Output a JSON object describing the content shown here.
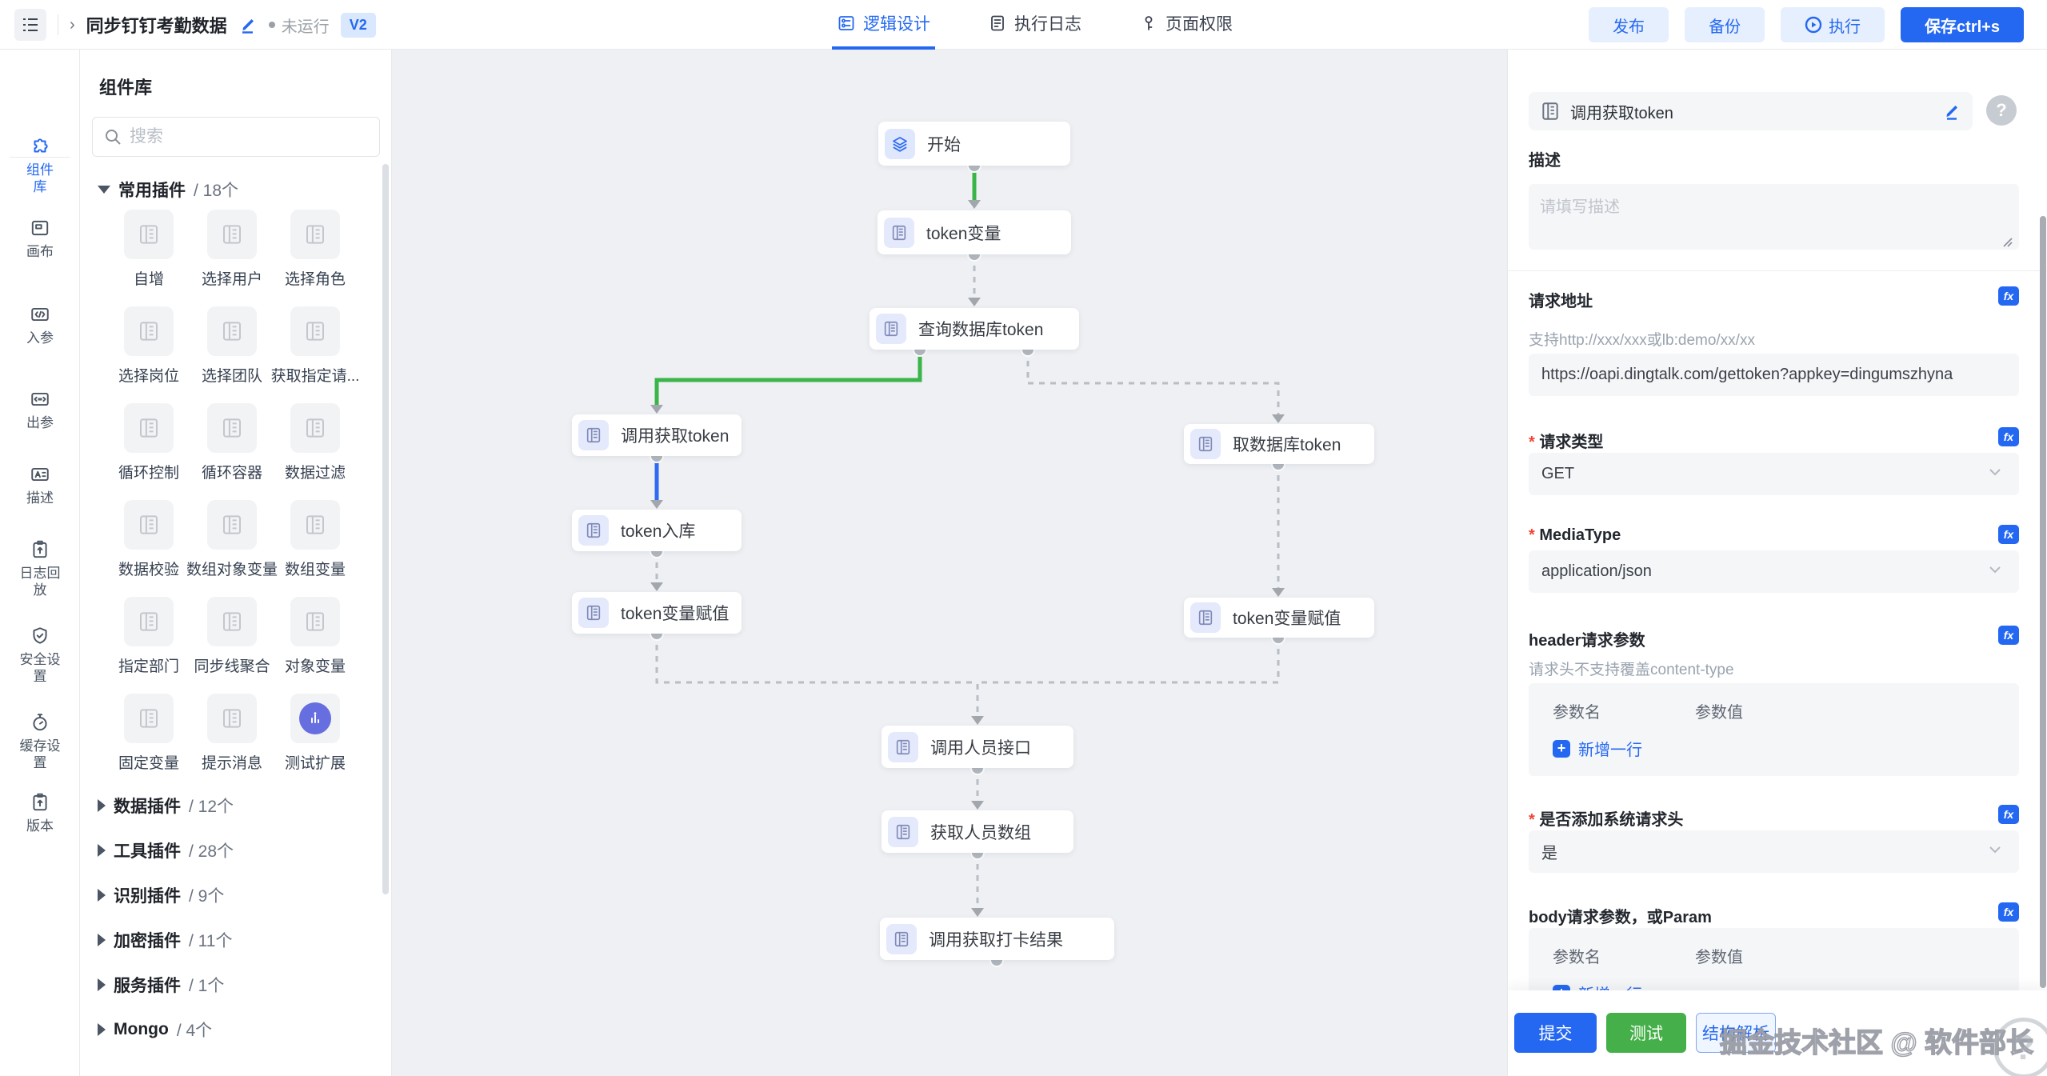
{
  "topbar": {
    "title": "同步钉钉考勤数据",
    "status": "未运行",
    "version_badge": "V2",
    "tabs": [
      {
        "label": "逻辑设计",
        "icon": "logic-design-icon",
        "active": true
      },
      {
        "label": "执行日志",
        "icon": "exec-log-icon",
        "active": false
      },
      {
        "label": "页面权限",
        "icon": "page-permission-icon",
        "active": false
      }
    ],
    "buttons": {
      "publish": "发布",
      "backup": "备份",
      "run": "执行",
      "save": "保存ctrl+s"
    }
  },
  "rail": {
    "items": [
      {
        "label": "组件库",
        "icon": "components-icon",
        "active": true
      },
      {
        "label": "画布",
        "icon": "canvas-icon",
        "active": false
      },
      {
        "label": "入参",
        "icon": "input-params-icon",
        "active": false
      },
      {
        "label": "出参",
        "icon": "output-params-icon",
        "active": false
      },
      {
        "label": "描述",
        "icon": "description-icon",
        "active": false
      },
      {
        "label": "日志回放",
        "icon": "log-replay-icon",
        "active": false
      },
      {
        "label": "安全设置",
        "icon": "security-icon",
        "active": false
      },
      {
        "label": "缓存设置",
        "icon": "cache-icon",
        "active": false
      },
      {
        "label": "版本",
        "icon": "version-icon",
        "active": false
      }
    ]
  },
  "library": {
    "title": "组件库",
    "search_placeholder": "搜索",
    "sections": [
      {
        "label": "常用插件",
        "count": "18个",
        "expanded": true,
        "items": [
          "自增",
          "选择用户",
          "选择角色",
          "选择岗位",
          "选择团队",
          "获取指定请...",
          "循环控制",
          "循环容器",
          "数据过滤",
          "数据校验",
          "数组对象变量",
          "数组变量",
          "指定部门",
          "同步线聚合",
          "对象变量",
          "固定变量",
          "提示消息",
          "测试扩展"
        ]
      },
      {
        "label": "数据插件",
        "count": "12个",
        "expanded": false,
        "items": []
      },
      {
        "label": "工具插件",
        "count": "28个",
        "expanded": false,
        "items": []
      },
      {
        "label": "识别插件",
        "count": "9个",
        "expanded": false,
        "items": []
      },
      {
        "label": "加密插件",
        "count": "11个",
        "expanded": false,
        "items": []
      },
      {
        "label": "服务插件",
        "count": "1个",
        "expanded": false,
        "items": []
      },
      {
        "label": "Mongo",
        "count": "4个",
        "expanded": false,
        "items": []
      }
    ]
  },
  "canvas": {
    "nodes": [
      {
        "id": "start",
        "label": "开始",
        "icon": "start-layers-icon"
      },
      {
        "id": "token_var",
        "label": "token变量",
        "icon": "plugin-doc-icon"
      },
      {
        "id": "query_db_token",
        "label": "查询数据库token",
        "icon": "plugin-doc-icon"
      },
      {
        "id": "call_get_token",
        "label": "调用获取token",
        "icon": "plugin-doc-icon"
      },
      {
        "id": "token_store",
        "label": "token入库",
        "icon": "plugin-doc-icon"
      },
      {
        "id": "token_assign_left",
        "label": "token变量赋值",
        "icon": "plugin-doc-icon"
      },
      {
        "id": "get_db_token",
        "label": "取数据库token",
        "icon": "plugin-doc-icon"
      },
      {
        "id": "token_assign_right",
        "label": "token变量赋值",
        "icon": "plugin-doc-icon"
      },
      {
        "id": "call_person_api",
        "label": "调用人员接口",
        "icon": "plugin-doc-icon"
      },
      {
        "id": "get_person_array",
        "label": "获取人员数组",
        "icon": "plugin-doc-icon"
      },
      {
        "id": "call_punch_result",
        "label": "调用获取打卡结果",
        "icon": "plugin-doc-icon"
      }
    ]
  },
  "inspector": {
    "node_title": "调用获取token",
    "desc": {
      "label": "描述",
      "placeholder": "请填写描述"
    },
    "url": {
      "label": "请求地址",
      "hint": "支持http://xxx/xxx或lb:demo/xx/xx",
      "value": "https://oapi.dingtalk.com/gettoken?appkey=dingumszhyna"
    },
    "req_type": {
      "label": "请求类型",
      "value": "GET",
      "required": true
    },
    "media_type": {
      "label": "MediaType",
      "value": "application/json",
      "required": true
    },
    "header_params": {
      "label": "header请求参数",
      "hint": "请求头不支持覆盖content-type"
    },
    "sys_header": {
      "label": "是否添加系统请求头",
      "value": "是",
      "required": true
    },
    "body_params": {
      "label": "body请求参数，或Param"
    },
    "param_headers": {
      "name": "参数名",
      "value": "参数值"
    },
    "add_row": "新增一行",
    "footer": {
      "submit": "提交",
      "test": "测试",
      "structure": "结构解析"
    },
    "help": "?"
  },
  "watermark": {
    "text": "掘金技术社区 @ 软件部长",
    "question": "?"
  },
  "colors": {
    "accent_blue": "#2468f2",
    "edge_green": "#3ab54a",
    "edge_blue": "#2f6bf2",
    "edge_gray": "#b9bdc4",
    "arrow_gray": "#a2a7ae",
    "port_gray": "#b3b8bf"
  }
}
